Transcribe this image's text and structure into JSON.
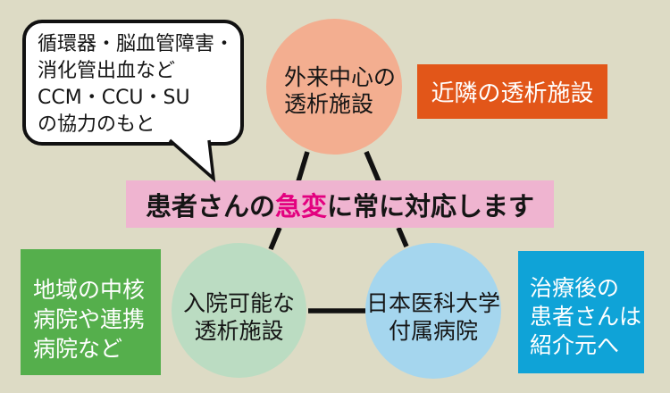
{
  "canvas": {
    "bg": "#DDDBC5",
    "line_color": "#111111",
    "text_color": "#151515"
  },
  "callout": {
    "lines": [
      "循環器・脳血管障害・",
      "消化管出血など",
      "CCM・CCU・SU",
      "の協力のもと"
    ],
    "bg": "#FFFFFF",
    "border_color": "#111111"
  },
  "banner": {
    "text_before": "患者さんの",
    "text_highlight": "急変",
    "text_after": "に常に対応します",
    "bg": "#EFB4D0",
    "highlight_color": "#E3017F"
  },
  "nodes": {
    "outpatient": {
      "lines": [
        "外来中心の",
        "透析施設"
      ],
      "color": "#F3AE90"
    },
    "inpatient": {
      "lines": [
        "入院可能な",
        "透析施設"
      ],
      "color": "#BBDCC2"
    },
    "university": {
      "lines": [
        "日本医科大学",
        "付属病院"
      ],
      "color": "#A5D6EE"
    }
  },
  "side_labels": {
    "neighbor": {
      "text": "近隣の透析施設",
      "color": "#E25619"
    },
    "regional": {
      "lines": [
        "地域の中核",
        "病院や連携",
        "病院など"
      ],
      "color": "#55AF4C"
    },
    "referral": {
      "lines": [
        "治療後の",
        "患者さんは",
        "紹介元へ"
      ],
      "color": "#0FA3D7"
    }
  }
}
